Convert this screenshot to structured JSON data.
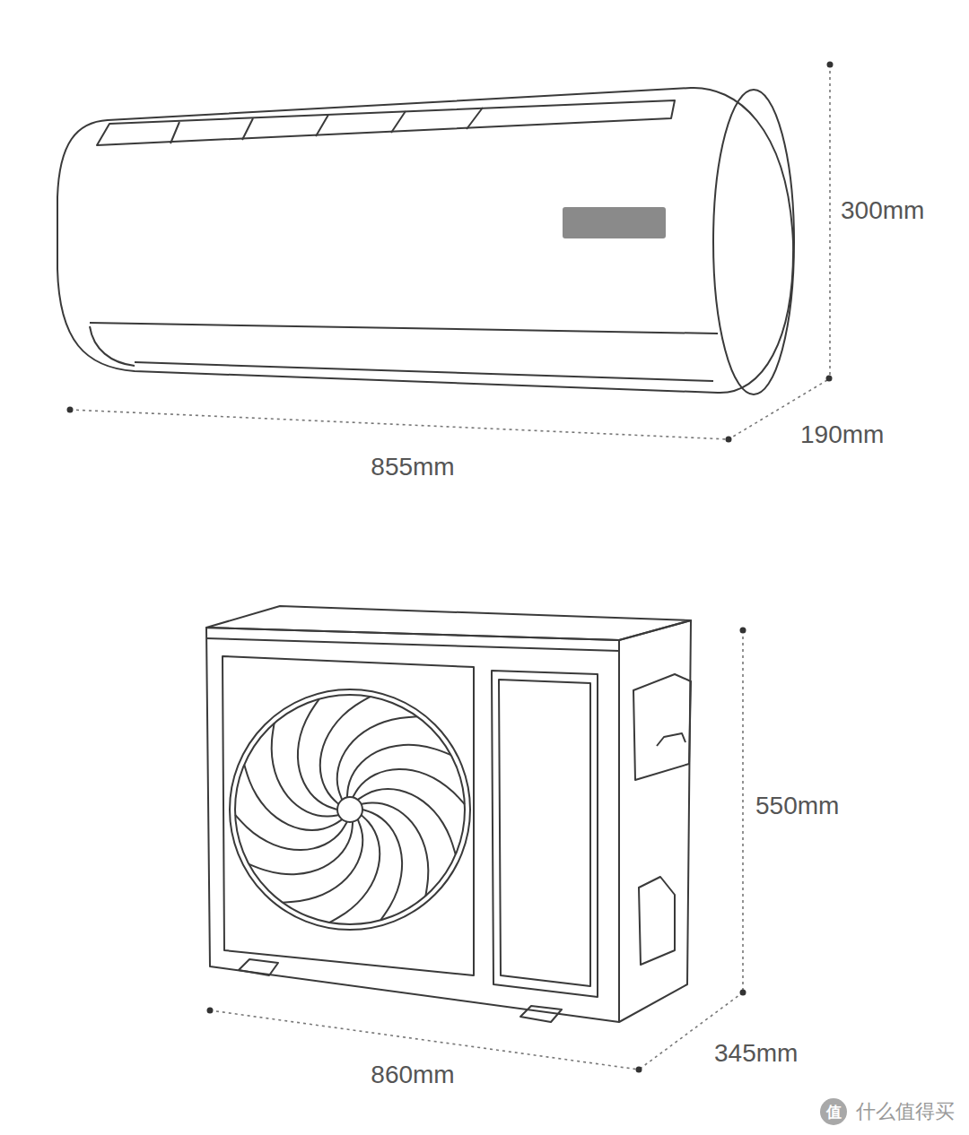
{
  "diagram": {
    "labels": [
      "300mm",
      "190mm",
      "855mm",
      "550mm",
      "345mm",
      "860mm",
      "值",
      "什么值得买"
    ]
  }
}
